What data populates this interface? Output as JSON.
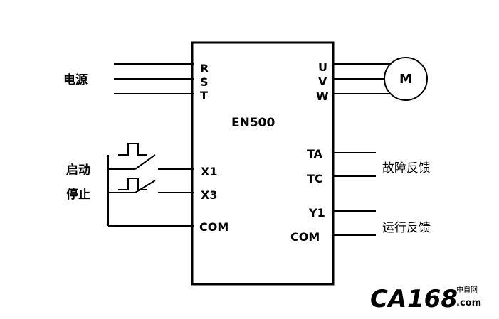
{
  "device": {
    "model": "EN500",
    "input_terminals": [
      "R",
      "S",
      "T"
    ],
    "output_terminals": [
      "U",
      "V",
      "W"
    ],
    "control_inputs": [
      "X1",
      "X3",
      "COM"
    ],
    "fault_relay": [
      "TA",
      "TC"
    ],
    "run_output": [
      "Y1",
      "COM"
    ]
  },
  "motor": {
    "label": "M"
  },
  "labels": {
    "power": "电源",
    "start": "启动",
    "stop": "停止",
    "fault_feedback": "故障反馈",
    "run_feedback": "运行反馈"
  },
  "watermark": {
    "brand": "CA168",
    "domain": ".com",
    "site": "中自网",
    "colors": {
      "ca": "#e8402e",
      "digits": "#1b8fd6"
    }
  }
}
